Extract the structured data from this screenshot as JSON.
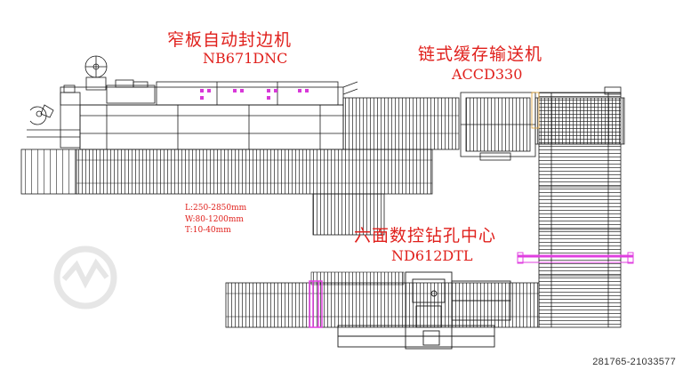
{
  "machines": {
    "edgebander": {
      "name_cn": "窄板自动封边机",
      "model": "NB671DNC"
    },
    "buffer": {
      "name_cn": "链式缓存输送机",
      "model": "ACCD330"
    },
    "drilling": {
      "name_cn": "六面数控钻孔中心",
      "model": "ND612DTL"
    }
  },
  "specs": {
    "length": "L:250-2850mm",
    "width": "W:80-1200mm",
    "thickness": "T:10-40mm"
  },
  "footer": {
    "id": "281765-21033577"
  },
  "colors": {
    "label": "#e0201c",
    "line": "#1a1a1a",
    "magenta": "#e040e0",
    "watermark": "#e6e6e6"
  }
}
